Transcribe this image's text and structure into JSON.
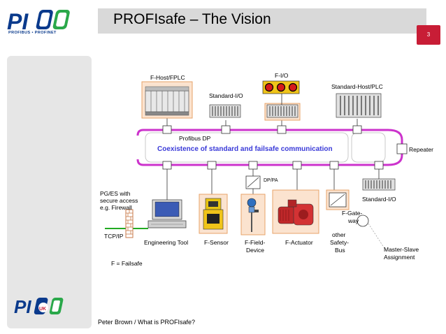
{
  "slide": {
    "title": "PROFIsafe – The Vision",
    "page_number": "3",
    "footer": "Peter Brown / What is PROFIsafe?",
    "logo_top_sub": "PROFIBUS • PROFINET",
    "logo_bottom_text": "PI UK"
  },
  "diagram": {
    "labels": {
      "f_host": "F-Host/FPLC",
      "f_io": "F-I/O",
      "standard_host": "Standard-Host/PLC",
      "standard_io_top": "Standard-I/O",
      "profibus_dp": "Profibus DP",
      "coexistence": "Coexistence of standard and failsafe communication",
      "repeater": "Repeater",
      "dp_pa": "DP/PA",
      "standard_io_right": "Standard-I/O",
      "pg_es": "PG/ES with",
      "pg_es_2": "secure access",
      "pg_es_3": "e.g. Firewall",
      "tcp_ip": "TCP/IP",
      "engineering_tool": "Engineering Tool",
      "f_sensor": "F-Sensor",
      "f_field": "F-Field-",
      "f_field_2": "Device",
      "f_actuator": "F-Actuator",
      "other": "other",
      "other_2": "Safety-",
      "other_3": "Bus",
      "f_gateway": "F-Gate-",
      "f_gateway_2": "way",
      "master_slave": "Master-Slave",
      "master_slave_2": "Assignment",
      "f_failsafe": "F = Failsafe"
    },
    "colors": {
      "bus": "#cc33cc",
      "highlight_box": "#fbe3cf",
      "highlight_border": "#e7a36a",
      "fio_red": "#d61a1a",
      "fio_yellow": "#f0c419",
      "coexistence_text": "#3a3ad8",
      "tcp_green": "#22aa22"
    }
  }
}
